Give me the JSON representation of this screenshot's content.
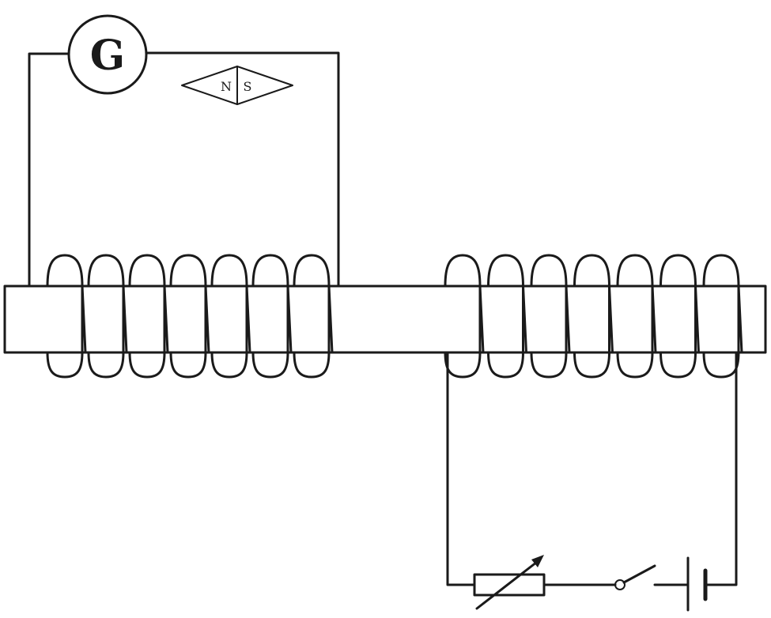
{
  "diagram": {
    "galvanometer_label": "G",
    "magnet": {
      "north_label": "N",
      "south_label": "S"
    },
    "left_coil": {
      "turns": 7
    },
    "right_coil": {
      "turns": 7
    },
    "secondary_circuit": [
      "rheostat",
      "switch",
      "battery"
    ],
    "colors": {
      "ink": "#1a1a1a",
      "background": "#ffffff"
    }
  }
}
